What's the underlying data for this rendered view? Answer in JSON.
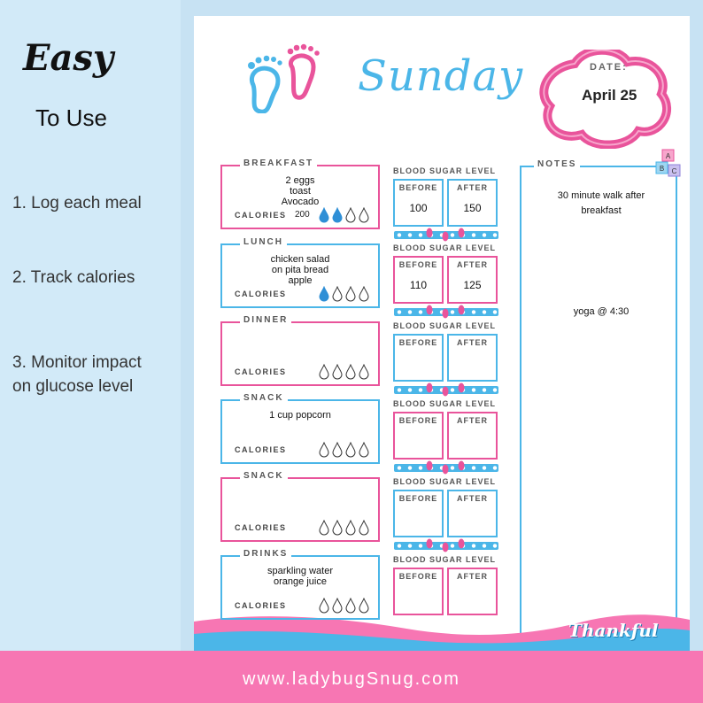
{
  "left_panel": {
    "headline": "Easy",
    "subheadline": "To Use",
    "steps": [
      "1. Log each meal",
      "2. Track calories",
      "3. Monitor impact\non glucose level"
    ]
  },
  "planner": {
    "title": "Sunday",
    "date_label": "DATE:",
    "date_value": "April 25",
    "meals": [
      {
        "label": "BREAKFAST",
        "text": "2 eggs\ntoast\nAvocado",
        "calories_label": "CALORIES",
        "calories": "200",
        "drops_filled": 2,
        "drops_total": 4
      },
      {
        "label": "LUNCH",
        "text": "chicken salad\non pita bread\napple",
        "calories_label": "CALORIES",
        "calories": "",
        "drops_filled": 1,
        "drops_total": 4
      },
      {
        "label": "DINNER",
        "text": "",
        "calories_label": "CALORIES",
        "calories": "",
        "drops_filled": 0,
        "drops_total": 4
      },
      {
        "label": "SNACK",
        "text": "1 cup popcorn",
        "calories_label": "CALORIES",
        "calories": "",
        "drops_filled": 0,
        "drops_total": 4
      },
      {
        "label": "SNACK",
        "text": "",
        "calories_label": "CALORIES",
        "calories": "",
        "drops_filled": 0,
        "drops_total": 4
      },
      {
        "label": "DRINKS",
        "text": "sparkling water\norange juice",
        "calories_label": "CALORIES",
        "calories": "",
        "drops_filled": 0,
        "drops_total": 4
      }
    ],
    "blood_sugar": [
      {
        "label": "BLOOD SUGAR LEVEL",
        "before_label": "BEFORE",
        "after_label": "AFTER",
        "before": "100",
        "after": "150"
      },
      {
        "label": "BLOOD SUGAR LEVEL",
        "before_label": "BEFORE",
        "after_label": "AFTER",
        "before": "110",
        "after": "125"
      },
      {
        "label": "BLOOD SUGAR LEVEL",
        "before_label": "BEFORE",
        "after_label": "AFTER",
        "before": "",
        "after": ""
      },
      {
        "label": "BLOOD SUGAR LEVEL",
        "before_label": "BEFORE",
        "after_label": "AFTER",
        "before": "",
        "after": ""
      },
      {
        "label": "BLOOD SUGAR LEVEL",
        "before_label": "BEFORE",
        "after_label": "AFTER",
        "before": "",
        "after": ""
      },
      {
        "label": "BLOOD SUGAR LEVEL",
        "before_label": "BEFORE",
        "after_label": "AFTER",
        "before": "",
        "after": ""
      }
    ],
    "notes_label": "NOTES",
    "notes": [
      "30 minute walk after\nbreakfast",
      "yoga @ 4:30"
    ],
    "blocks_letters": [
      "A",
      "B",
      "C"
    ],
    "thankful": "Thankful"
  },
  "footer": {
    "website": "www.ladybugSnug.com"
  },
  "colors": {
    "pink": "#e9549b",
    "blue": "#4bb6e8",
    "footer": "#f776b3"
  }
}
